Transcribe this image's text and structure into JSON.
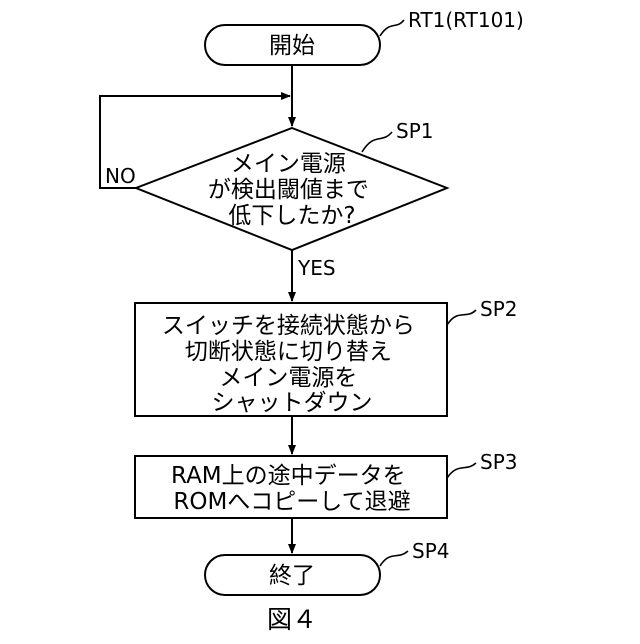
{
  "flowchart": {
    "labels": {
      "rt": "RT1(RT101)",
      "sp1": "SP1",
      "sp2": "SP2",
      "sp3": "SP3",
      "sp4": "SP4",
      "no": "NO",
      "yes": "YES"
    },
    "start": "開始",
    "decision": [
      "メイン電源",
      "が検出閾値まで",
      "低下したか?"
    ],
    "process1": [
      "スイッチを接続状態から",
      "切断状態に切り替え",
      "メイン電源を",
      "シャットダウン"
    ],
    "process2": [
      "RAM上の途中データを",
      "ROMへコピーして退避"
    ],
    "end": "終了",
    "caption": "図４"
  }
}
